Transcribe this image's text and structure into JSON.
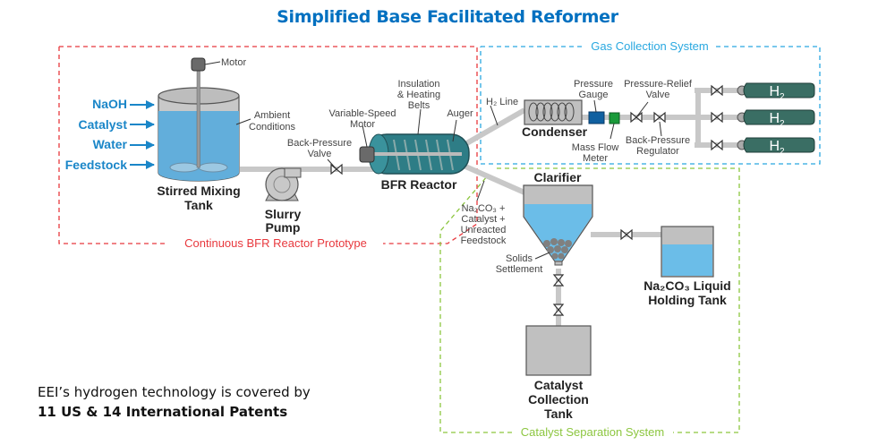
{
  "title": "Simplified Base Facilitated Reformer",
  "colors": {
    "title": "#0070C0",
    "reactor_system": "#e8383d",
    "gas_system": "#29a8e0",
    "separation_system": "#8cc63f",
    "liquid": "#6bbde8",
    "tank_gray": "#c0c0c0",
    "reactor_teal": "#2e7d86",
    "cylinder_green": "#3a6e64",
    "gauge_blue": "#1060a0",
    "meter_green": "#1a9a3a",
    "input_arrow": "#1a86c8"
  },
  "systems": {
    "reactor": "Continuous BFR Reactor Prototype",
    "gas": "Gas Collection System",
    "separation": "Catalyst Separation System"
  },
  "inputs": [
    "NaOH",
    "Catalyst",
    "Water",
    "Feedstock"
  ],
  "components": {
    "mixing_tank": "Stirred Mixing Tank",
    "mixing_tank_l1": "Stirred Mixing",
    "mixing_tank_l2": "Tank",
    "slurry_pump_l1": "Slurry",
    "slurry_pump_l2": "Pump",
    "bfr_reactor": "BFR Reactor",
    "condenser": "Condenser",
    "clarifier": "Clarifier",
    "holding_tank_l1": "Na₂CO₃ Liquid",
    "holding_tank_l2": "Holding Tank",
    "catalyst_tank_l1": "Catalyst",
    "catalyst_tank_l2": "Collection",
    "catalyst_tank_l3": "Tank"
  },
  "annotations": {
    "motor": "Motor",
    "ambient_l1": "Ambient",
    "ambient_l2": "Conditions",
    "bpv_l1": "Back-Pressure",
    "bpv_l2": "Valve",
    "vsm_l1": "Variable-Speed",
    "vsm_l2": "Motor",
    "insulation_l1": "Insulation",
    "insulation_l2": "& Heating",
    "insulation_l3": "Belts",
    "auger": "Auger",
    "h2_line": "H₂ Line",
    "pressure_gauge_l1": "Pressure",
    "pressure_gauge_l2": "Gauge",
    "prv_l1": "Pressure-Relief",
    "prv_l2": "Valve",
    "mass_flow_l1": "Mass Flow",
    "mass_flow_l2": "Meter",
    "bpr_l1": "Back-Pressure",
    "bpr_l2": "Regulator",
    "slurry_l1": "Na₂CO₃ +",
    "slurry_l2": "Catalyst +",
    "slurry_l3": "Unreacted",
    "slurry_l4": "Feedstock",
    "solids_l1": "Solids",
    "solids_l2": "Settlement"
  },
  "cylinders": [
    "H2",
    "H2",
    "H2"
  ],
  "patents": {
    "line1": "EEI’s hydrogen technology is covered by",
    "line2": "11 US & 14 International Patents"
  }
}
